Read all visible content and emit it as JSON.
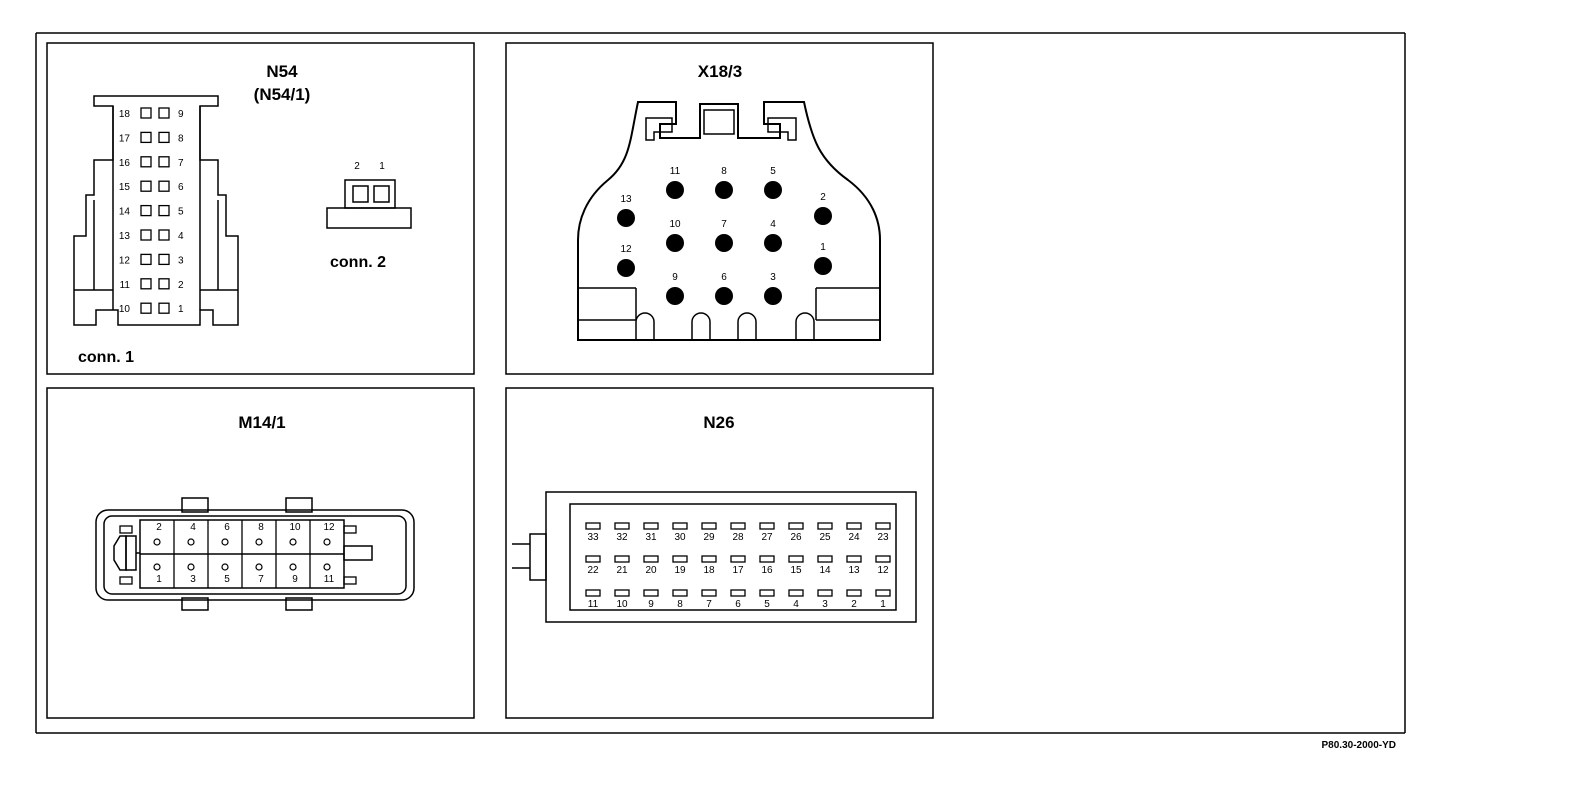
{
  "figure_code": "P80.30-2000-YD",
  "panels": {
    "n54": {
      "title": "N54",
      "subtitle": "(N54/1)",
      "conn1_label": "conn. 1",
      "conn2_label": "conn. 2",
      "conn1_left_pins": [
        "18",
        "17",
        "16",
        "15",
        "14",
        "13",
        "12",
        "11",
        "10"
      ],
      "conn1_right_pins": [
        "9",
        "8",
        "7",
        "6",
        "5",
        "4",
        "3",
        "2",
        "1"
      ],
      "conn2_pins": [
        "2",
        "1"
      ]
    },
    "x18": {
      "title": "X18/3",
      "pins": [
        "11",
        "8",
        "5",
        "13",
        "2",
        "10",
        "7",
        "4",
        "12",
        "1",
        "9",
        "6",
        "3"
      ]
    },
    "m14": {
      "title": "M14/1",
      "top_pins": [
        "2",
        "4",
        "6",
        "8",
        "10",
        "12"
      ],
      "bottom_pins": [
        "1",
        "3",
        "5",
        "7",
        "9",
        "11"
      ]
    },
    "n26": {
      "title": "N26",
      "rows": [
        [
          "33",
          "32",
          "31",
          "30",
          "29",
          "28",
          "27",
          "26",
          "25",
          "24",
          "23"
        ],
        [
          "22",
          "21",
          "20",
          "19",
          "18",
          "17",
          "16",
          "15",
          "14",
          "13",
          "12"
        ],
        [
          "11",
          "10",
          "9",
          "8",
          "7",
          "6",
          "5",
          "4",
          "3",
          "2",
          "1"
        ]
      ]
    }
  }
}
